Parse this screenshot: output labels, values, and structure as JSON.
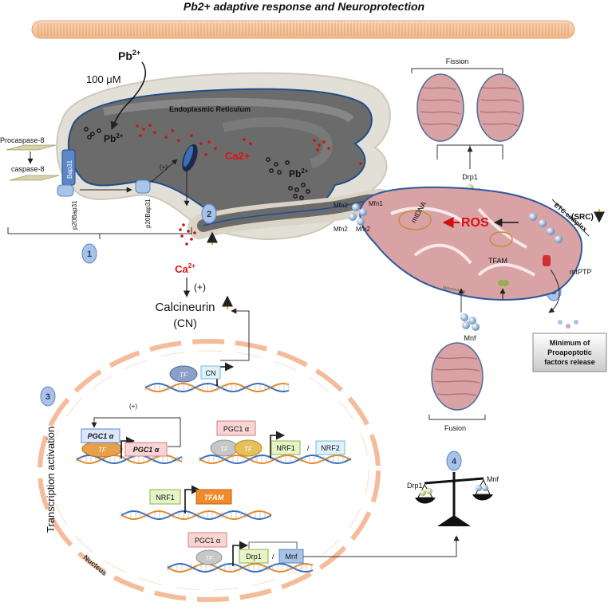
{
  "title": "Pb2+  adaptive response and Neuroprotection",
  "pb_top": {
    "ion": "Pb",
    "charge": "2+",
    "dose": "100 μM"
  },
  "er": {
    "label": "Endoplasmic Reticulum",
    "ca_label": "Ca2+",
    "pb_ion": "Pb",
    "pb_charge": "2+"
  },
  "apoptosis": {
    "procaspase": "Procaspase-8",
    "caspase": "caspase-8",
    "bap31": "Bap31",
    "p20_left": "p20Bap31",
    "p20_right": "p20Bap31",
    "plus": "(+)"
  },
  "calcium": {
    "ion": "Ca",
    "charge": "2+",
    "plus": "(+)",
    "calcineurin": "Calcineurin",
    "cn_abbrev": "(CN)"
  },
  "steps": {
    "one": "1",
    "two": "2",
    "three": "3",
    "four": "4",
    "five": "5"
  },
  "nucleus": {
    "label": "Nucleus",
    "side_label": "Transcription activation",
    "tf": "TF",
    "cn": "CN",
    "pgc1a": "PGC1 α",
    "nrf1": "NRF1",
    "nrf2": "NRF2",
    "tfam": "TFAM",
    "drp1": "Drp1",
    "mnf": "Mnf",
    "slash": "/",
    "plus": "(+)"
  },
  "mito": {
    "fission": "Fission",
    "fusion": "Fusion",
    "drp1": "Drp1",
    "mnf": "Mnf",
    "mfn1": "Mfn1",
    "mfn2": "Mfn2",
    "mtdna": "mtDNA",
    "ros": "ROS",
    "tfam": "TFAM",
    "etc": "ETC complex",
    "src": "(SRC)",
    "mtptp": "mtPTP",
    "mito_label": "Mitochondria"
  },
  "proapoptotic": {
    "line1": "Minimum of",
    "line2": "Proapoptotic",
    "line3": "factors release"
  },
  "balance": {
    "left": "Drp1",
    "right": "Mnf"
  },
  "colors": {
    "er_fill": "#6b6b6b",
    "mito_fill": "#d9a3a6",
    "ros": "#e01010",
    "ca": "#e01010",
    "arrow_up": "#f0b000",
    "nucleus_ring": "#f3b08a"
  }
}
